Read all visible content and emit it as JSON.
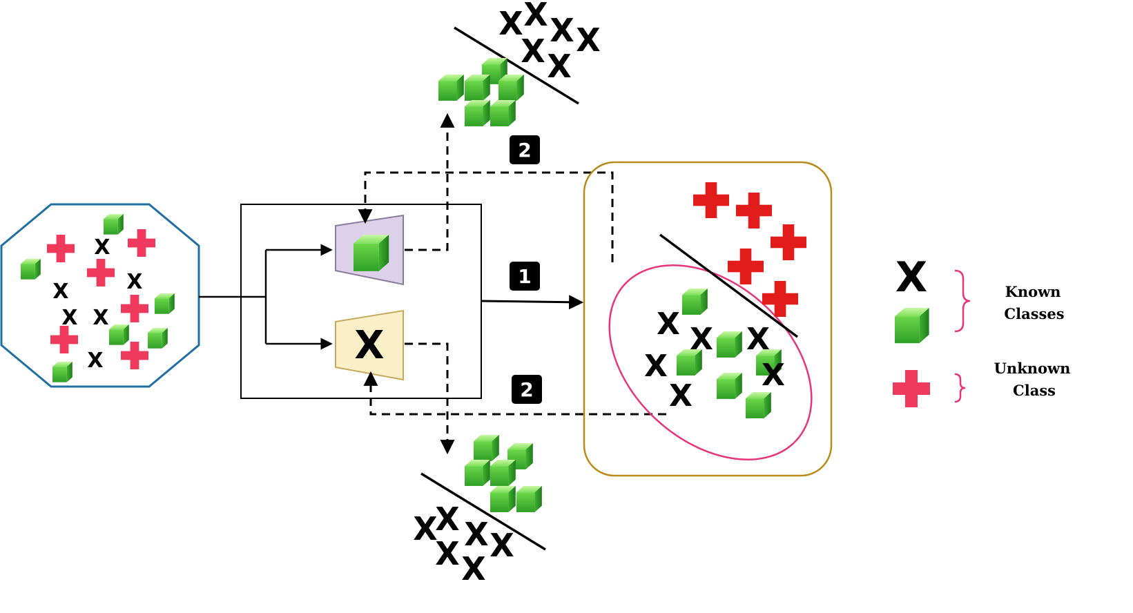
{
  "diagram": {
    "step_1_label": "1",
    "step_2_label": "2",
    "decoder_known_glyph": "X",
    "scatter_glyph": "X",
    "legend": {
      "x_glyph": "X",
      "known_line1": "Known",
      "known_line2": "Classes",
      "unknown_line1": "Unknown",
      "unknown_line2": "Class"
    }
  },
  "colors": {
    "octagon_border": "#1f6fa3",
    "cluster_border": "#b98a17",
    "ellipse_border": "#e8347a",
    "plus_pink": "#ef3a5d",
    "plus_red": "#e21b1b",
    "cube_green": "#53c93a",
    "decoder_purple": "#ddd0ea",
    "decoder_yellow": "#fbefc8"
  }
}
